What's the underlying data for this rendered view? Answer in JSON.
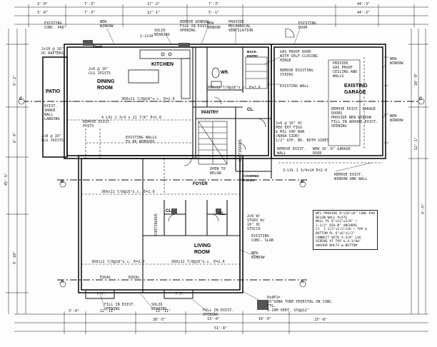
{
  "rooms": {
    "dining_room": "DINING\nROOM",
    "kitchen": "KITCHEN",
    "patio": "PATIO",
    "existing_garage": "EXISTING\nGARAGE",
    "pantry": "PANTRY",
    "foyer": "FOYER",
    "living_room": "LIVING\nROOM",
    "covered_porch": "COVERED\nPORCH",
    "wr": "WR.",
    "cl_upper": "CL.",
    "cl_left": "CL.",
    "cl_right": "CL.",
    "desk": "Desk",
    "back_entry": "BACK\nENTRY"
  },
  "labels": {
    "existing_conc_pad": "EXISTING\nCONC. PAD",
    "new_window_top_left": "NEW\nWINDOW",
    "solid_bearing_top": "SOLID\nBEARING",
    "remove_window": "REMOVE WINDOW\nFILL IN EXIST.\nOPENING",
    "new_window_top_mid": "NEW\nWINDOW",
    "provide_mech_vent": "PROVIDE\nMECHANICAL\nVENTILATION",
    "existing_door_top": "EXISTING\nDOOR",
    "gas_proof_door": "GAS PROOF DOOR\nWITH SELF-CLOSING\nHINGE",
    "remove_existing_stairs": "REMOVE EXISTING\nSTAIRS",
    "existing_wall": "EXISTING WALL",
    "provide_gas_proof": "PROVIDE\nGAS PROOF\nCEILING AND\nWALLS",
    "new_window_right_top": "NEW\nWINDOW",
    "new_window_right_mid": "NEW\nWINDOW",
    "remove_exist_garage_doors": "REMOVE EXIST. GARAGE\nDOORS\nPROVIDE NEW WINDOW\nFILL IN AROUND EXIST.\nOPENING",
    "clg_joists_top": "2x6 @ 16\"\nCLG JOISTS",
    "oc_rafters": "2x10 @ 16\"\nOC RAFTERS",
    "exist_shake": "EXIST.\nSHAKE\nWALL\nLANDING",
    "clg_joists_left": "2x8 @ 16\"\nCLG JOISTS",
    "remove_exist_post": "REMOVE EXIST.\nPOSTS",
    "existing_walls_remove": "EXISTING WALLS\nTO BE REMOVED",
    "ped_ext_figs": "2x6 @ 16\" OC\nPED EXT FIGS\n& MIL VAP BAR\n(NARA SIDE)\n1/2\" GYP. BD. BOTH SIDES",
    "remove_exist_wall": "REMOVE EXIST.\nWALL",
    "new_garage_door": "NEW 16'-0\" GARAGE\nDOOR",
    "remove_exist_window": "REMOVE EXIST.\nWINDOW AND WALL",
    "open_to_below": "OPEN TO\nBELOW",
    "stucco": "2x6 W/\nSTUDS W/\n16\" OC\nSTUCCO",
    "existing_conc_slab": "EXISTING\nCONC. SLAB",
    "new_window_bottom": "NEW\nWINDOW",
    "solid_bearing_bottom": "SOLID\nBEARING",
    "fill_exist_opening_1": "FILL IN EXIST.\nOPENING",
    "fill_exist_opening_2": "FILL IN EXIST.\nOPENING",
    "beam_top": "2-2x10",
    "beam_kitchen": "360x11 7/8@16\"o.c. E=2.0",
    "beam_mid": "4 LVL 1 3/4 x 11 7/8\" E=2.0",
    "beam_dining": "360x11 7/8@16\"o.c. E=2.0",
    "beam_upper": "360x11 7/8@16\"o.c. E=2.0",
    "beam_garage": "3-LVL 1 3/4x14 E=2.0",
    "beam_living_left": "360x11 7/8@16\"o.c. E=2.0",
    "beam_living_right": "360x11 7/8@16\"o.c. E=2.0",
    "fp1": "F.P.",
    "fp2": "F.P.",
    "equal": "EQUAL",
    "continuous": "CONTINUOUS"
  },
  "notes": {
    "wp1": "WP1 PROVIDE 8\"x16\"x8\" CONC.PAD\nBELOW WALL PLATE\nWALL PL 6\"x12\"x3/8\" +\n2-1/2\" DIA.Ø\" ANCHORS\nC1  3 1/2\"x1/2\"x16 + TOP &\nBOTTOM PL 6\"x6\"x1/2\"\nCONNECT WITH 4-3/8\" LAG\nSCREWS AT TOP & 4-3/8ø\"\nANCHOR BOLTS @ BOTTOM",
    "bottom": "8x8P1=\n10\"SONA TUBE PEDESTAL ON CONC.\nFTG.\n6-10M VERT. ST@@12\""
  },
  "dimensions": {
    "top_row": [
      "3'-0\"",
      "7'-3\"",
      "17'-2\"",
      "7'-3\"",
      "44'-3\""
    ],
    "top_row2": [
      "3'-0\"",
      "7'-3\"",
      "12'-1\"",
      "5'-1\"",
      "44'-3\""
    ],
    "bottom_row": [
      "3'-0\"",
      "12'-11\"",
      "12'-11\"",
      "13'-0\"",
      "10'-0\""
    ],
    "bottom_total1": "28'-5\"",
    "bottom_total2": "23'-8\"",
    "bottom_total3": "51'-8\"",
    "left": [
      "45'-5\"",
      "9'-2\"",
      "8'-4\"",
      "9'-10\""
    ],
    "right": [
      "10'-0\"",
      "12'-1\"",
      "9'-5\""
    ]
  },
  "section_marks": {
    "a": "A",
    "b": "B",
    "c": "C"
  }
}
